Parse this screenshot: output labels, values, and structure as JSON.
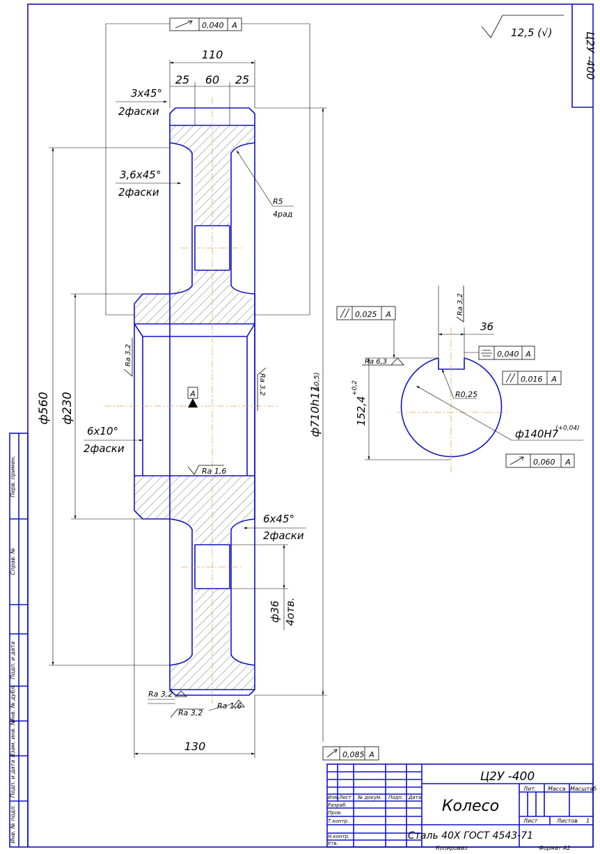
{
  "drawing": {
    "designation": "Ц2У -400",
    "designation_rotated": "Ц2У -400",
    "roughness_general": "12,5 (√)",
    "part_name": "Колесо",
    "material": "Сталь 40Х ГОСТ 4543-71",
    "copied": "Копировал",
    "format": "Формат   А2"
  },
  "dimensions": {
    "width_total": "110",
    "w25a": "25",
    "w60": "60",
    "w25b": "25",
    "chamfer_rim": "3x45°",
    "chamfer_rim_note": "2фаски",
    "chamfer_web": "3,6x45°",
    "chamfer_web_note": "2фаски",
    "radius": "R5",
    "radius_note": "4рад",
    "dia_560": "ф560",
    "dia_230": "ф230",
    "dia_710": "ф710h11",
    "dia_710_tol": "(-0,5)",
    "chamfer_bore": "6x10°",
    "chamfer_bore_note": "2фаски",
    "chamfer_hub": "6x45°",
    "chamfer_hub_note": "2фаски",
    "holes": "ф36",
    "holes_note": "4отв.",
    "hub_width": "130",
    "ra_32_left": "Ra 3,2",
    "ra_32_right": "Ra 3,2",
    "ra_16_bore": "Ra 1,6",
    "ra_32_bottom_a": "Ra 3,2",
    "ra_32_bottom_b": "Ra 3,2",
    "ra_16_bottom": "Ra 1,6",
    "datum": "A",
    "key_width": "36",
    "key_ra": "Ra 3,2",
    "key_ra63": "Ra 6,3",
    "key_depth": "152,4",
    "key_depth_tol": "+0,2",
    "key_radius": "R0,25",
    "bore_dia": "ф140H7",
    "bore_tol": "(+0,04)"
  },
  "tolerances": {
    "runout_top": "0,040",
    "parallel_key": "0,025",
    "symmetry_key": "0,040",
    "parallel_bore": "0,016",
    "runout_bore": "0,060",
    "runout_bottom": "0,085",
    "datum_ref": "A"
  },
  "title_block": {
    "col_izm": "Изм.",
    "col_list": "Лист",
    "col_doc": "№ докум.",
    "col_sign": "Подп.",
    "col_date": "Дата",
    "row_razrab": "Разраб.",
    "row_prov": "Пров.",
    "row_tkontr": "Т.контр.",
    "row_nkontr": "Н.контр.",
    "row_utv": "Утв.",
    "lit": "Лит.",
    "mass": "Масса",
    "scale": "Масштаб",
    "sheet": "Лист",
    "sheets": "Листов",
    "sheets_count": "1"
  },
  "side_stamps": {
    "perv_primen": "Перв. примен.",
    "sprav": "Справ. №",
    "podp_data_1": "Подп. и дата",
    "inv_dubl": "Инв. № дубл.",
    "vzam_inv": "Взам. инв. №",
    "podp_data_2": "Подп. и дата",
    "inv_podl": "Инв. № подл."
  }
}
